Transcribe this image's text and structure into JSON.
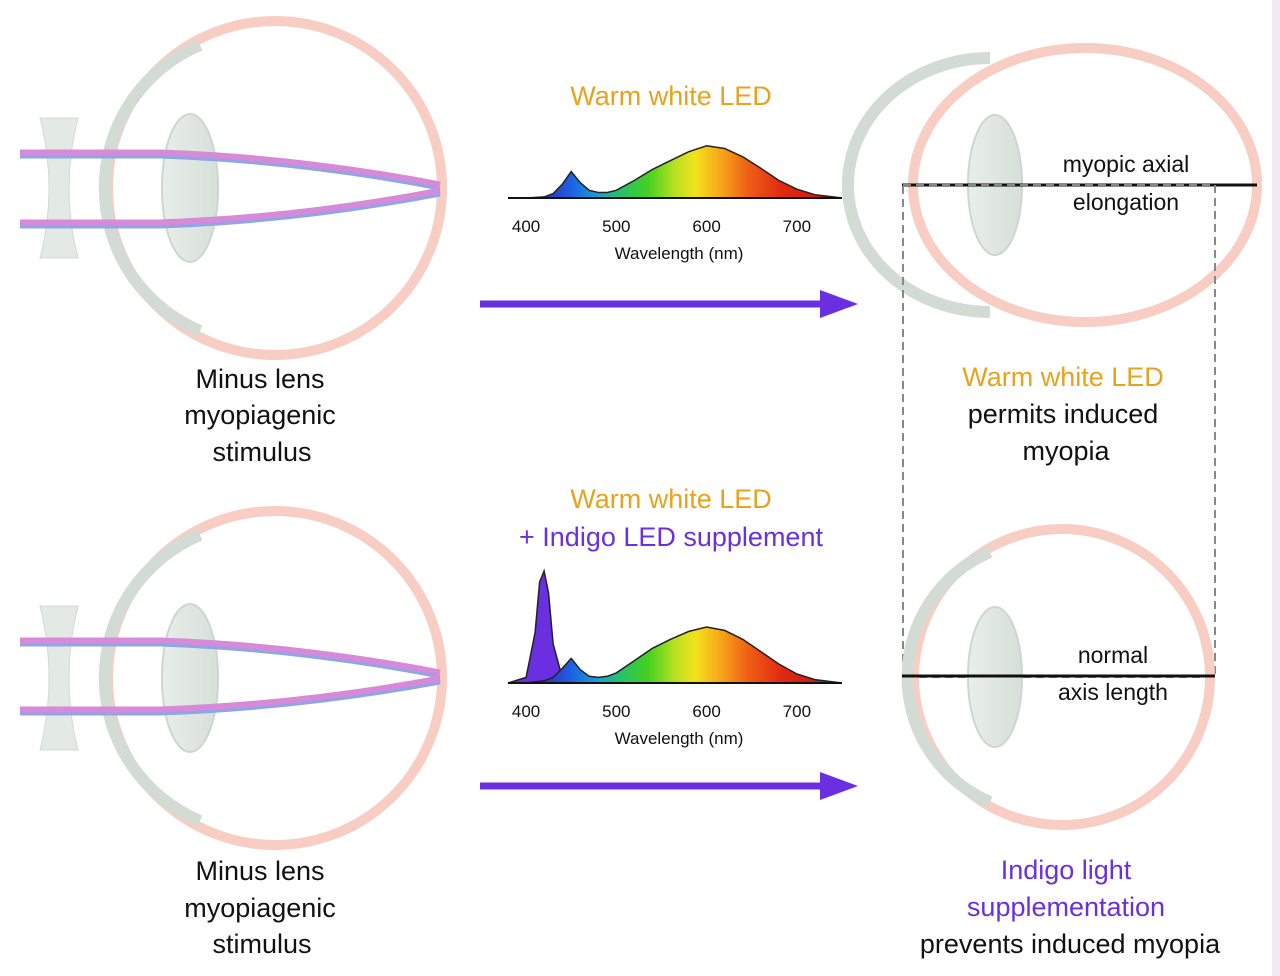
{
  "colors": {
    "warm": "#e8a21c",
    "indigo": "#6a2fe0",
    "sclera": "#f7c9c0",
    "cornea": "#cfd9d1",
    "beam_outer": "#d68ad8",
    "beam_inner": "#8fa6e6",
    "arrow": "#6a2fe0",
    "text": "#111111"
  },
  "top": {
    "stimulus_label": [
      "Minus lens",
      "myopiagenic",
      "stimulus"
    ],
    "spectrum_title": "Warm white LED",
    "result_label_colored": "Warm white LED",
    "result_label_rest": [
      "permits induced",
      "myopia"
    ],
    "axis_label": [
      "myopic axial",
      "elongation"
    ]
  },
  "bottom": {
    "stimulus_label": [
      "Minus lens",
      "myopiagenic",
      "stimulus"
    ],
    "spectrum_title_warm": "Warm white LED",
    "spectrum_title_indigo": "+ Indigo LED supplement",
    "result_label_colored": [
      "Indigo light",
      "supplementation"
    ],
    "result_label_rest": "prevents induced myopia",
    "axis_label": [
      "normal",
      "axis length"
    ]
  },
  "chart_data": [
    {
      "type": "area",
      "title": "Warm white LED",
      "xlabel": "Wavelength (nm)",
      "ylabel": "",
      "xlim": [
        380,
        750
      ],
      "xticks": [
        "400",
        "500",
        "600",
        "700"
      ],
      "series": [
        {
          "x": [
            380,
            400,
            420,
            430,
            440,
            450,
            460,
            470,
            480,
            490,
            500,
            520,
            540,
            560,
            580,
            600,
            620,
            640,
            660,
            680,
            700,
            720,
            740,
            750
          ],
          "values": [
            0,
            0,
            0.02,
            0.08,
            0.25,
            0.48,
            0.28,
            0.14,
            0.1,
            0.1,
            0.14,
            0.32,
            0.52,
            0.68,
            0.84,
            0.95,
            0.9,
            0.75,
            0.54,
            0.32,
            0.16,
            0.06,
            0.02,
            0
          ]
        }
      ]
    },
    {
      "type": "area",
      "title": "Warm white LED + Indigo LED supplement",
      "xlabel": "Wavelength (nm)",
      "ylabel": "",
      "xlim": [
        380,
        750
      ],
      "xticks": [
        "400",
        "500",
        "600",
        "700"
      ],
      "series": [
        {
          "x": [
            380,
            400,
            410,
            415,
            420,
            425,
            430,
            440
          ],
          "values": [
            0,
            0.05,
            0.45,
            0.9,
            1.0,
            0.8,
            0.35,
            0.05
          ]
        },
        {
          "x": [
            380,
            400,
            420,
            430,
            440,
            450,
            460,
            470,
            480,
            490,
            500,
            520,
            540,
            560,
            580,
            600,
            620,
            640,
            660,
            680,
            700,
            720,
            740,
            750
          ],
          "values": [
            0,
            0,
            0.02,
            0.05,
            0.13,
            0.22,
            0.12,
            0.06,
            0.05,
            0.06,
            0.09,
            0.2,
            0.31,
            0.39,
            0.46,
            0.5,
            0.47,
            0.39,
            0.28,
            0.17,
            0.08,
            0.03,
            0.01,
            0
          ]
        }
      ]
    }
  ]
}
